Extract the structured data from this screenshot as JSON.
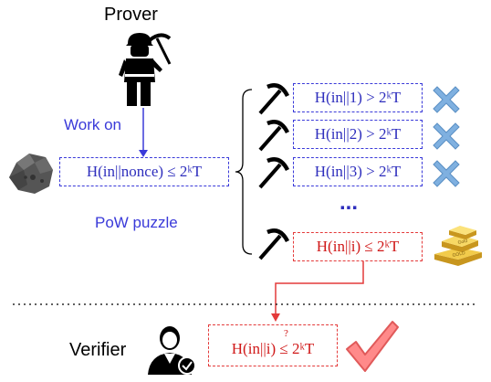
{
  "prover_label": "Prover",
  "verifier_label": "Verifier",
  "work_on_label": "Work on",
  "pow_puzzle_label": "PoW puzzle",
  "puzzle_formula": "H(in||nonce) ≤ 2ᵏT",
  "attempts": [
    {
      "formula": "H(in||1) > 2ᵏT",
      "result_icon": "cross-icon"
    },
    {
      "formula": "H(in||2) > 2ᵏT",
      "result_icon": "cross-icon"
    },
    {
      "formula": "H(in||3) > 2ᵏT",
      "result_icon": "cross-icon"
    }
  ],
  "ellipsis": "...",
  "success_formula": "H(in||i) ≤ 2ᵏT",
  "success_icon": "gold-bars-icon",
  "gold_bar_text_1": "Gold",
  "gold_bar_text_2": "GOLD",
  "verify_formula": "H(in||i) ≤ 2ᵏT",
  "verify_question_mark": "?",
  "verify_icon": "check-icon",
  "colors": {
    "blue": "#3a3ad9",
    "red": "#e43a3a",
    "cross": "#6fa8dc",
    "check": "#ff8a8a"
  }
}
